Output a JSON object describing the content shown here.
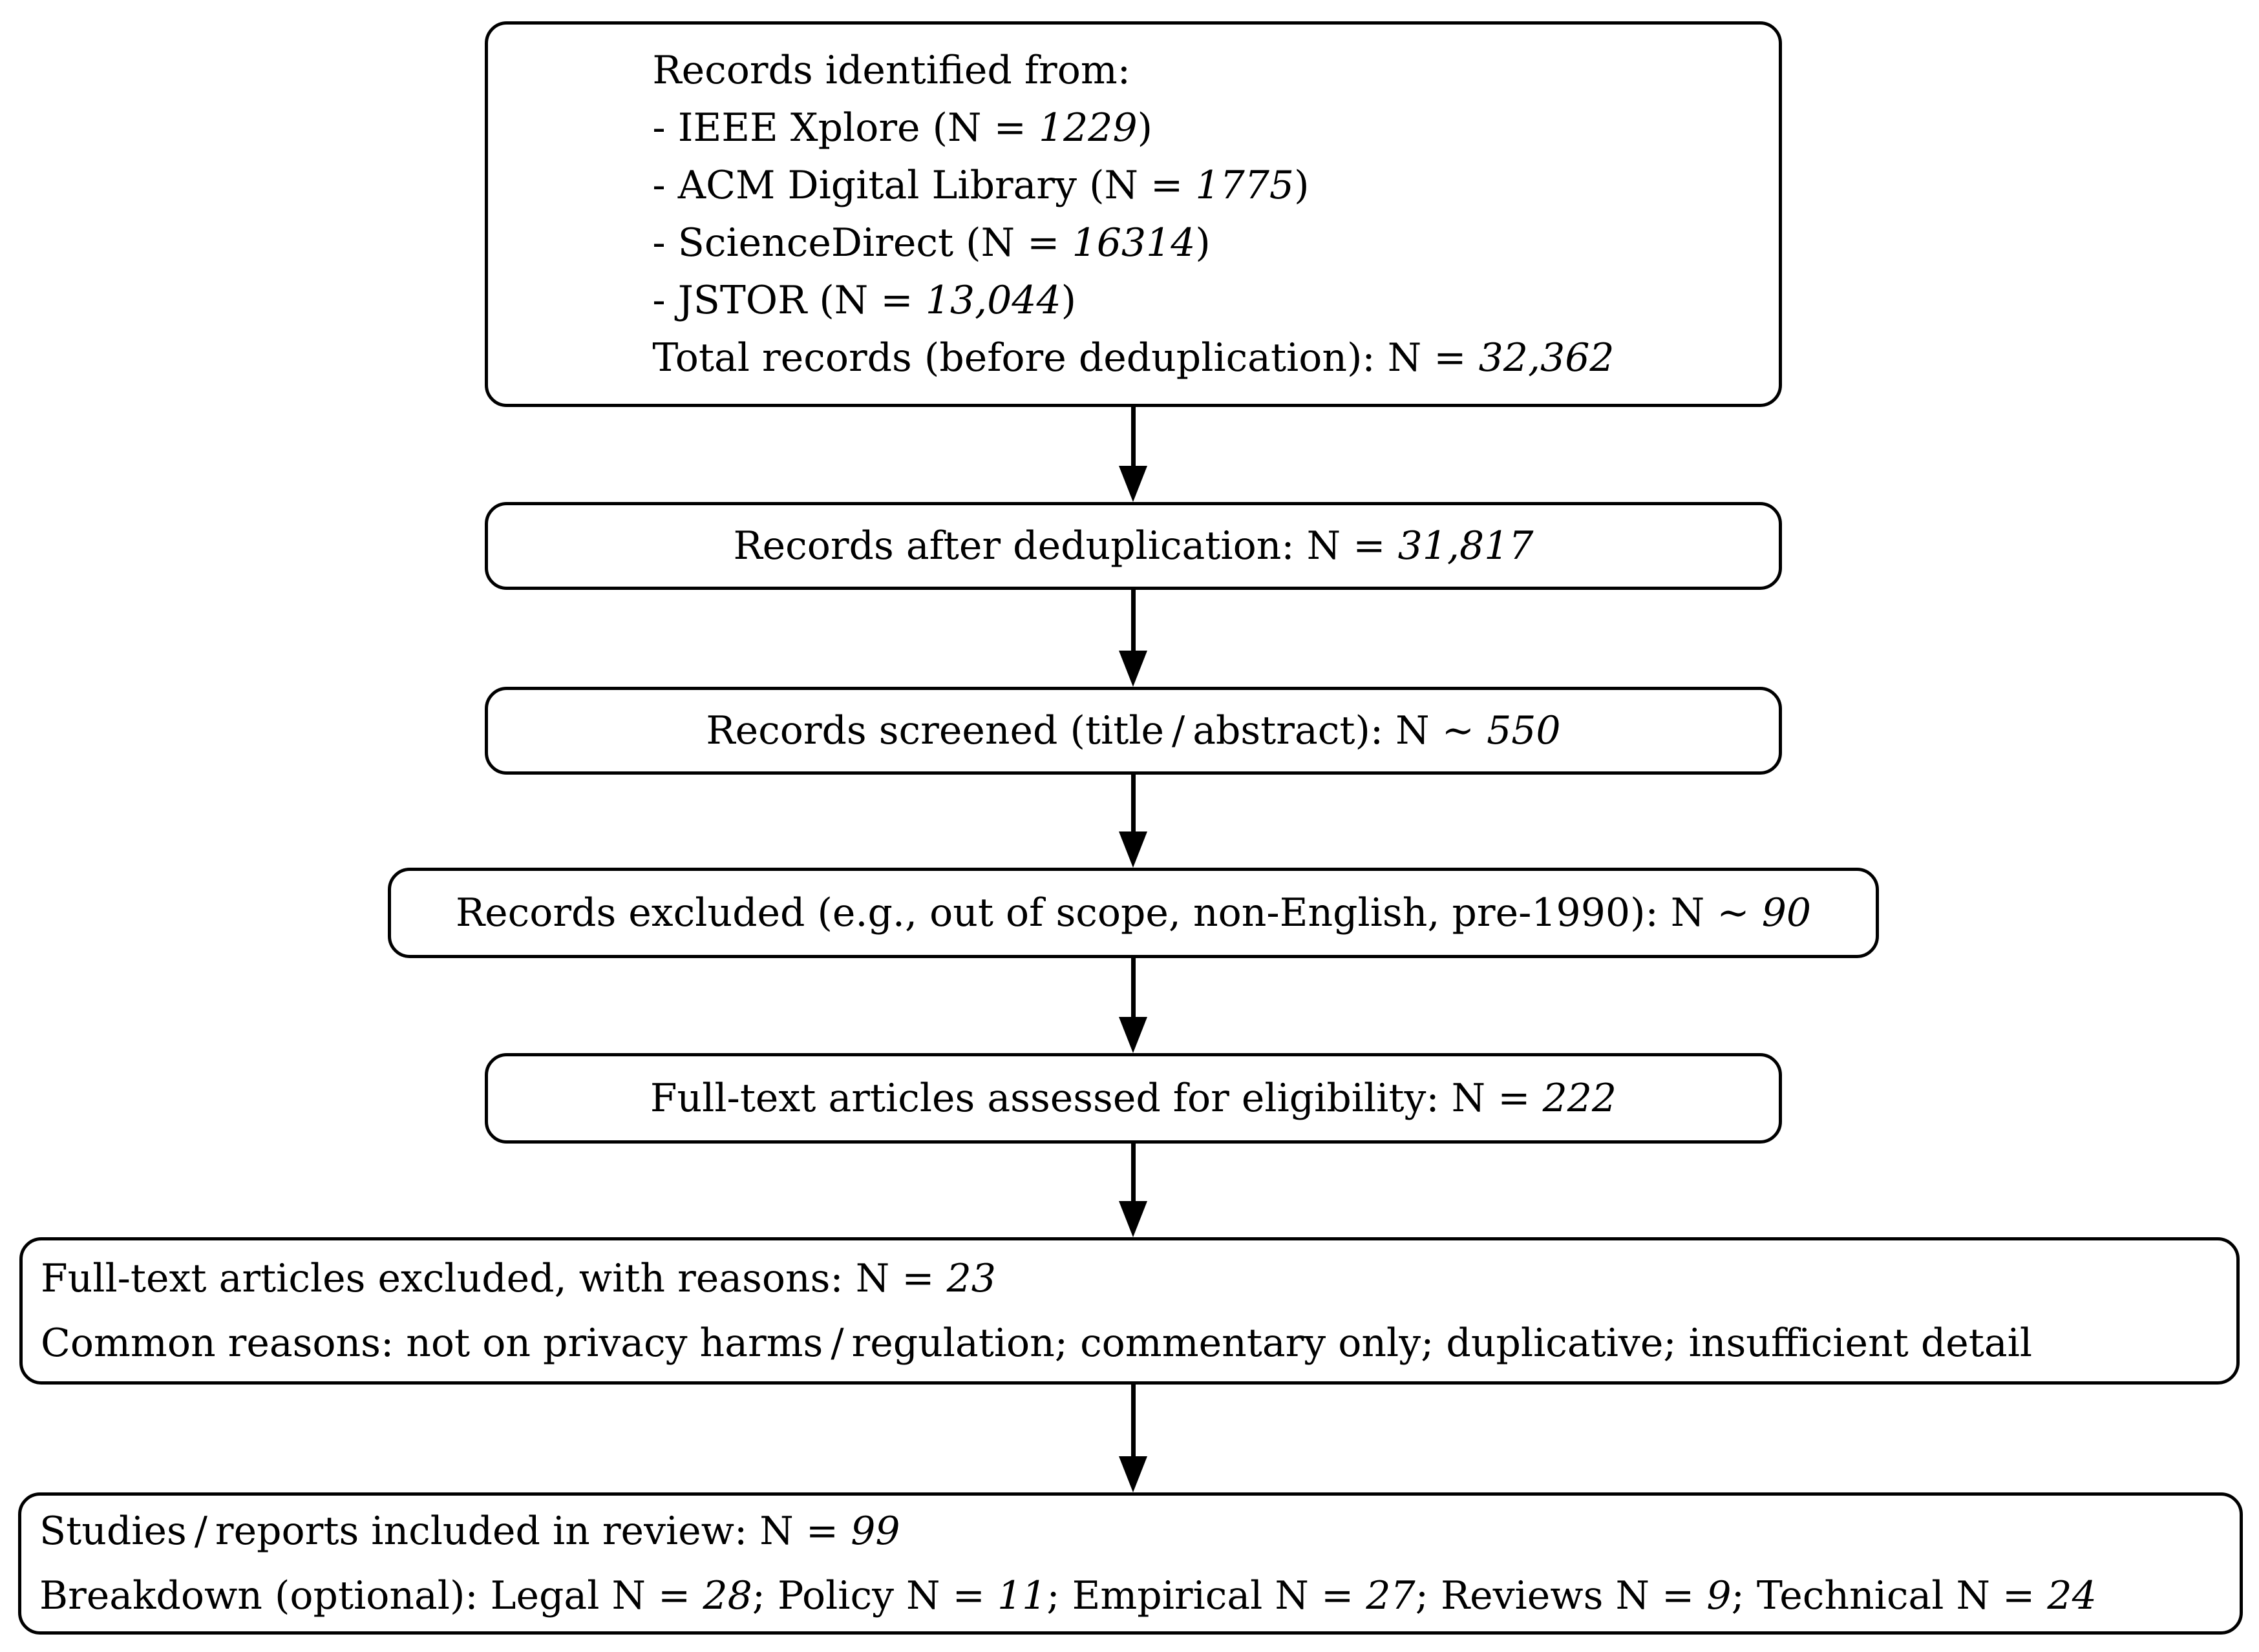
{
  "title": "Literature screening flow diagram (PRISMA-style)",
  "colors": {
    "background": "#ffffff",
    "line": "#000000",
    "text": "#000000"
  },
  "diagram": {
    "boxes": [
      {
        "name": "records-identified",
        "align": "left",
        "lines": [
          [
            {
              "t": "Records identified from:"
            }
          ],
          [
            {
              "t": "- IEEE Xplore (N = "
            },
            {
              "t": "1229",
              "i": true
            },
            {
              "t": ")"
            }
          ],
          [
            {
              "t": "- ACM Digital Library (N = "
            },
            {
              "t": "1775",
              "i": true
            },
            {
              "t": ")"
            }
          ],
          [
            {
              "t": "- ScienceDirect (N = "
            },
            {
              "t": "16314",
              "i": true
            },
            {
              "t": ")"
            }
          ],
          [
            {
              "t": "- JSTOR (N = "
            },
            {
              "t": "13,044",
              "i": true
            },
            {
              "t": ")"
            }
          ],
          [
            {
              "t": "Total records (before deduplication): N = "
            },
            {
              "t": "32,362",
              "i": true
            }
          ]
        ]
      },
      {
        "name": "records-after-deduplication",
        "align": "center",
        "lines": [
          [
            {
              "t": "Records after deduplication: N = "
            },
            {
              "t": "31,817",
              "i": true
            }
          ]
        ]
      },
      {
        "name": "records-screened",
        "align": "center",
        "lines": [
          [
            {
              "t": "Records screened (title / abstract): N ∼ "
            },
            {
              "t": "550",
              "i": true
            }
          ]
        ]
      },
      {
        "name": "records-excluded",
        "align": "center",
        "lines": [
          [
            {
              "t": "Records excluded (e.g., out of scope, non-English, pre-1990): N ∼ "
            },
            {
              "t": "90",
              "i": true
            }
          ]
        ]
      },
      {
        "name": "fulltext-assessed",
        "align": "center",
        "lines": [
          [
            {
              "t": "Full-text articles assessed for eligibility: N = "
            },
            {
              "t": "222",
              "i": true
            }
          ]
        ]
      },
      {
        "name": "fulltext-excluded",
        "align": "left",
        "lines": [
          [
            {
              "t": "Full-text articles excluded, with reasons: N = "
            },
            {
              "t": "23",
              "i": true
            }
          ],
          [
            {
              "t": "Common reasons: not on privacy harms / regulation; commentary only; duplicative; insufficient detail"
            }
          ]
        ]
      },
      {
        "name": "studies-included",
        "align": "left",
        "lines": [
          [
            {
              "t": "Studies / reports included in review: N = "
            },
            {
              "t": "99",
              "i": true
            }
          ],
          [
            {
              "t": "Breakdown (optional): Legal N = "
            },
            {
              "t": "28",
              "i": true
            },
            {
              "t": "; Policy N = "
            },
            {
              "t": "11",
              "i": true
            },
            {
              "t": "; Empirical N = "
            },
            {
              "t": "27",
              "i": true
            },
            {
              "t": "; Reviews N = "
            },
            {
              "t": "9",
              "i": true
            },
            {
              "t": "; Technical N = "
            },
            {
              "t": "24",
              "i": true
            }
          ]
        ]
      }
    ]
  }
}
